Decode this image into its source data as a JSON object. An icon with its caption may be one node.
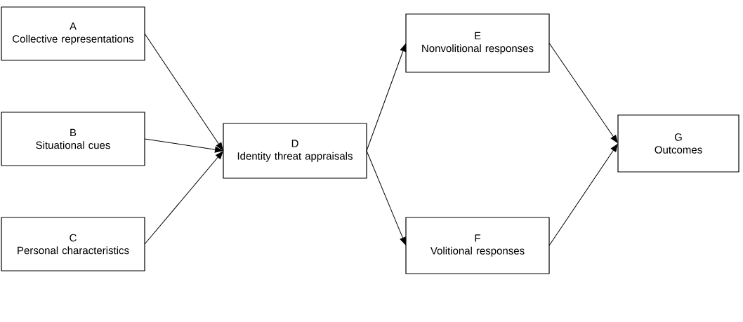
{
  "diagram": {
    "nodes": [
      {
        "text": [
          "A",
          "Collective representations"
        ]
      },
      {
        "text": [
          "B",
          "Situational cues"
        ]
      },
      {
        "text": [
          "C",
          "Personal characteristics"
        ]
      },
      {
        "text": [
          "D",
          "Identity threat appraisals"
        ]
      },
      {
        "text": [
          "E",
          "Nonvolitional responses"
        ]
      },
      {
        "text": [
          "F",
          "Volitional responses"
        ]
      },
      {
        "text": [
          "G",
          "Outcomes"
        ]
      }
    ],
    "edges": [
      {
        "from": 0,
        "to": 3,
        "arrow": "to"
      },
      {
        "from": 1,
        "to": 3,
        "arrow": "to"
      },
      {
        "from": 2,
        "to": 3,
        "arrow": "to"
      },
      {
        "from": 3,
        "to": 4,
        "arrow": "to"
      },
      {
        "from": 3,
        "to": 5,
        "arrow": "to"
      },
      {
        "from": 4,
        "to": 6,
        "arrow": "to"
      },
      {
        "from": 5,
        "to": 6,
        "arrow": "to"
      }
    ]
  }
}
